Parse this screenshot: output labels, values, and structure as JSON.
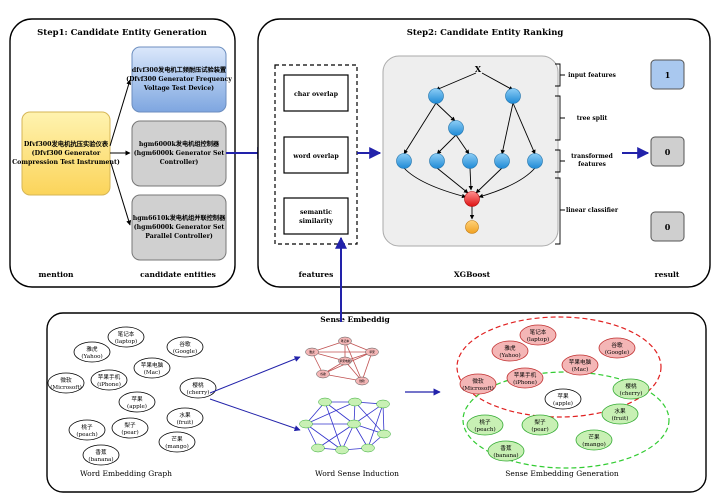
{
  "step1": {
    "title": "Step1: Candidate Entity Generation",
    "mention_label": "mention",
    "candidates_label": "candidate entities",
    "mention_box": [
      "Dfvf300发电机抗压实验仪表",
      "(Dfvf300 Generator",
      "Compression Test Instrument)"
    ],
    "candidates": [
      [
        "dfvf300发电机工频耐压试验装置",
        "(Dfvf300 Generator Frequency",
        "Voltage Test Device)"
      ],
      [
        "hgm6000k发电机组控制器",
        "(hgm6000k Generator Set",
        "Controller)"
      ],
      [
        "hgm6610k发电机组并联控制器",
        "(hgm6000k Generator Set",
        "Parallel Controller)"
      ]
    ]
  },
  "step2": {
    "title": "Step2: Candidate Entity Ranking",
    "features_label": "features",
    "xgboost_label": "XGBoost",
    "result_label": "result",
    "features": [
      [
        "char overlap"
      ],
      [
        "word overlap"
      ],
      [
        "semantic",
        "similarity"
      ]
    ],
    "root_label": "X",
    "brackets": [
      [
        "input features"
      ],
      [
        "tree split"
      ],
      [
        "transformed",
        "features"
      ],
      [
        "linear classifier"
      ]
    ],
    "results": [
      "1",
      "0",
      "0"
    ]
  },
  "sense": {
    "title": "Sense Embeddig",
    "graph_label": "Word Embedding Graph",
    "induction_label": "Word Sense Induction",
    "generation_label": "Sense Embedding Generation",
    "words": [
      [
        "笔记本",
        "(laptop)"
      ],
      [
        "雅虎",
        "(Yahoo)"
      ],
      [
        "谷歌",
        "(Google)"
      ],
      [
        "苹果电脑",
        "(Mac)"
      ],
      [
        "微软",
        "(Microsoft)"
      ],
      [
        "苹果手机",
        "(iPhone)"
      ],
      [
        "樱桃",
        "(cherry)"
      ],
      [
        "苹果",
        "(apple)"
      ],
      [
        "水果",
        "(fruit)"
      ],
      [
        "桃子",
        "(peach)"
      ],
      [
        "梨子",
        "(pear)"
      ],
      [
        "芒果",
        "(mango)"
      ],
      [
        "香蕉",
        "(banana)"
      ]
    ],
    "red_nodes": [
      "笔记本",
      "雅虎",
      "苹果",
      "苹果电脑",
      "谷歌",
      "微软"
    ],
    "green_nodes": [
      "樱桃",
      "水果",
      "苹果",
      "梨子",
      "芒果",
      "香蕉",
      "桃子"
    ]
  },
  "colors": {
    "mention_fill": "#fde68a",
    "mention_stroke": "#d6b656",
    "cand1_fill": "#a9c4eb",
    "cand_gray": "#d0d0d0",
    "node_blue": "#2d9be0",
    "arrow_blue": "#2222aa",
    "red_fill": "#f4b6b6",
    "green_fill": "#c8f0b4",
    "red_dash": "#e02020",
    "green_dash": "#33cc33"
  }
}
